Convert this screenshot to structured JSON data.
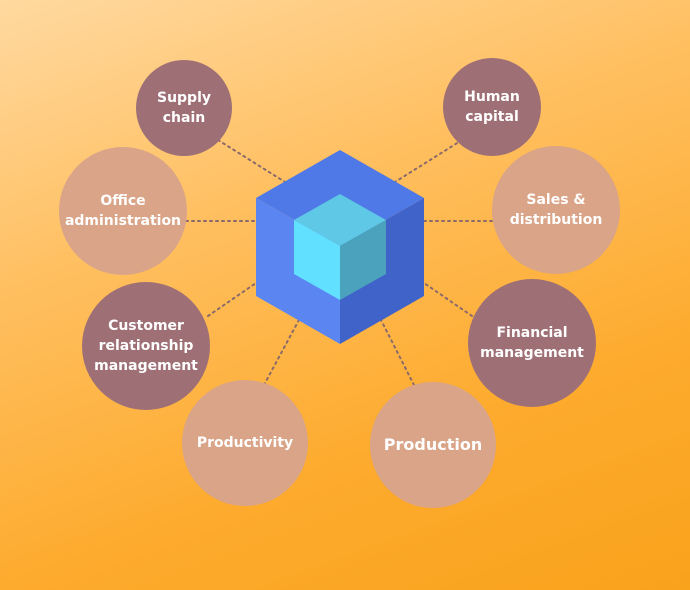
{
  "colors": {
    "dark_node": "#9e7076",
    "light_node": "#d9a487",
    "connector": "#8a6a6a",
    "cube_outer_top": "#4f79e6",
    "cube_outer_left": "#5b86f2",
    "cube_outer_right": "#3f63c8",
    "cube_inner_top": "#5ec8e6",
    "cube_inner_left": "#62e0ff",
    "cube_inner_right": "#4aa2bd"
  },
  "center": {
    "icon": "cube-icon"
  },
  "nodes": [
    {
      "id": "supply-chain",
      "lines": [
        "Supply",
        "chain"
      ]
    },
    {
      "id": "human-capital",
      "lines": [
        "Human",
        "capital"
      ]
    },
    {
      "id": "office-administration",
      "lines": [
        "Office",
        "administration"
      ]
    },
    {
      "id": "sales-distribution",
      "lines": [
        "Sales &",
        "distribution"
      ]
    },
    {
      "id": "customer-relationship-management",
      "lines": [
        "Customer",
        "relationship",
        "management"
      ]
    },
    {
      "id": "financial-management",
      "lines": [
        "Financial",
        "management"
      ]
    },
    {
      "id": "productivity",
      "lines": [
        "Productivity"
      ]
    },
    {
      "id": "production",
      "lines": [
        "Production"
      ]
    }
  ]
}
